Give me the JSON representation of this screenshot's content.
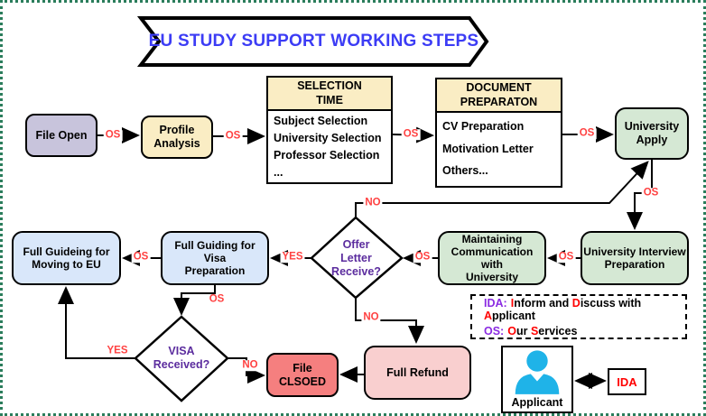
{
  "title": "EU STUDY SUPPORT WORKING STEPS",
  "edge_labels": {
    "os": "OS",
    "yes": "YES",
    "no": "NO"
  },
  "nodes": {
    "file_open": "File Open",
    "profile_analysis": "Profile\nAnalysis",
    "university_apply": "University\nApply",
    "university_interview": "University Interview\nPreparation",
    "maintaining_communication": "Maintaining\nCommunication with\nUniversity",
    "offer_letter_decision": "Offer\nLetter\nReceive?",
    "visa_preparation": "Full Guiding for Visa\nPreparation",
    "moving_to_eu": "Full Guideing for\nMoving to EU",
    "visa_received_decision": "VISA\nReceived?",
    "file_closed": "File CLSOED",
    "full_refund": "Full Refund",
    "applicant": "Applicant",
    "ida": "IDA"
  },
  "tables": {
    "selection": {
      "header": "SELECTION\nTIME",
      "rows": [
        "Subject Selection",
        "University Selection",
        "Professor Selection",
        "..."
      ]
    },
    "document": {
      "header": "DOCUMENT\nPREPARATON",
      "rows": [
        "CV Preparation",
        "Motivation Letter",
        "Others..."
      ]
    }
  },
  "legend": {
    "ida": {
      "label": "IDA:",
      "r1": "I",
      "t1": "nform and ",
      "r2": "D",
      "t2": "iscuss with ",
      "r3": "A",
      "t3": "pplicant"
    },
    "os": {
      "label": "OS:",
      "r1": "O",
      "t1": "ur ",
      "r2": "S",
      "t2": "ervices"
    }
  },
  "icons": {
    "applicant": "person-icon"
  },
  "colors": {
    "title_text": "#3C3CF5",
    "edge_label": "#FF4242",
    "decision_text": "#5B2C9E",
    "legend_key": "#8A2BE2",
    "legend_highlight": "#FF0000",
    "node_lavender": "#C8C4DC",
    "node_yellow": "#FAEDC4",
    "node_green": "#D5E8D4",
    "node_blue": "#D9E7FA",
    "node_salmon": "#F57F7F",
    "node_pink": "#F9CFCF",
    "person_icon": "#1FB3E8",
    "page_border": "#2B7D5C"
  }
}
